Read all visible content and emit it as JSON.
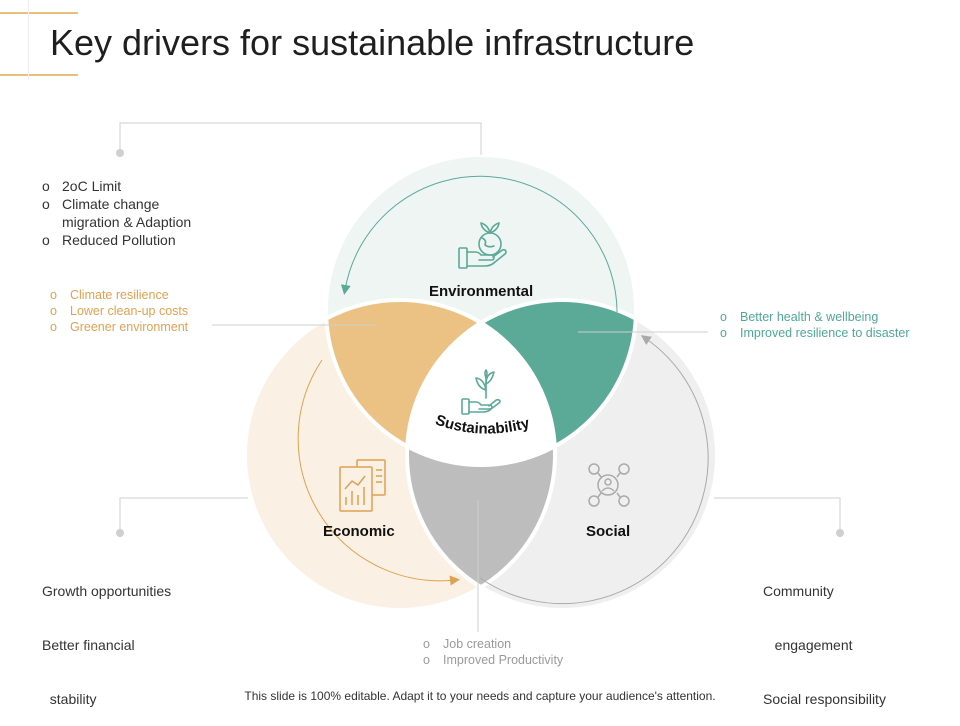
{
  "title": "Key drivers for sustainable infrastructure",
  "circles": {
    "environmental": "Environmental",
    "economic": "Economic",
    "social": "Social",
    "center": "Sustainability"
  },
  "environmental_list": [
    "2oC Limit",
    "Climate change migration & Adaption",
    "Reduced Pollution"
  ],
  "economic_env_list": [
    "Climate resilience",
    "Lower clean-up costs",
    "Greener environment"
  ],
  "social_env_list": [
    "Better health & wellbeing",
    "Improved resilience to disaster"
  ],
  "economic_text": [
    "Growth opportunities",
    "Better financial",
    "  stability"
  ],
  "social_text": [
    "Community",
    "   engagement",
    "Social responsibility"
  ],
  "econ_social_list": [
    "Job creation",
    "Improved Productivity"
  ],
  "footer": "This slide is 100% editable. Adapt it to your needs and capture your audience's attention.",
  "colors": {
    "accent_gold": "#e8c07a",
    "orange": "#e0a152",
    "teal": "#5aaa97",
    "grey": "#bdbdbd",
    "env_fill": "#eef5f3",
    "eco_fill": "#fbf0e4",
    "soc_fill": "#efefef"
  }
}
